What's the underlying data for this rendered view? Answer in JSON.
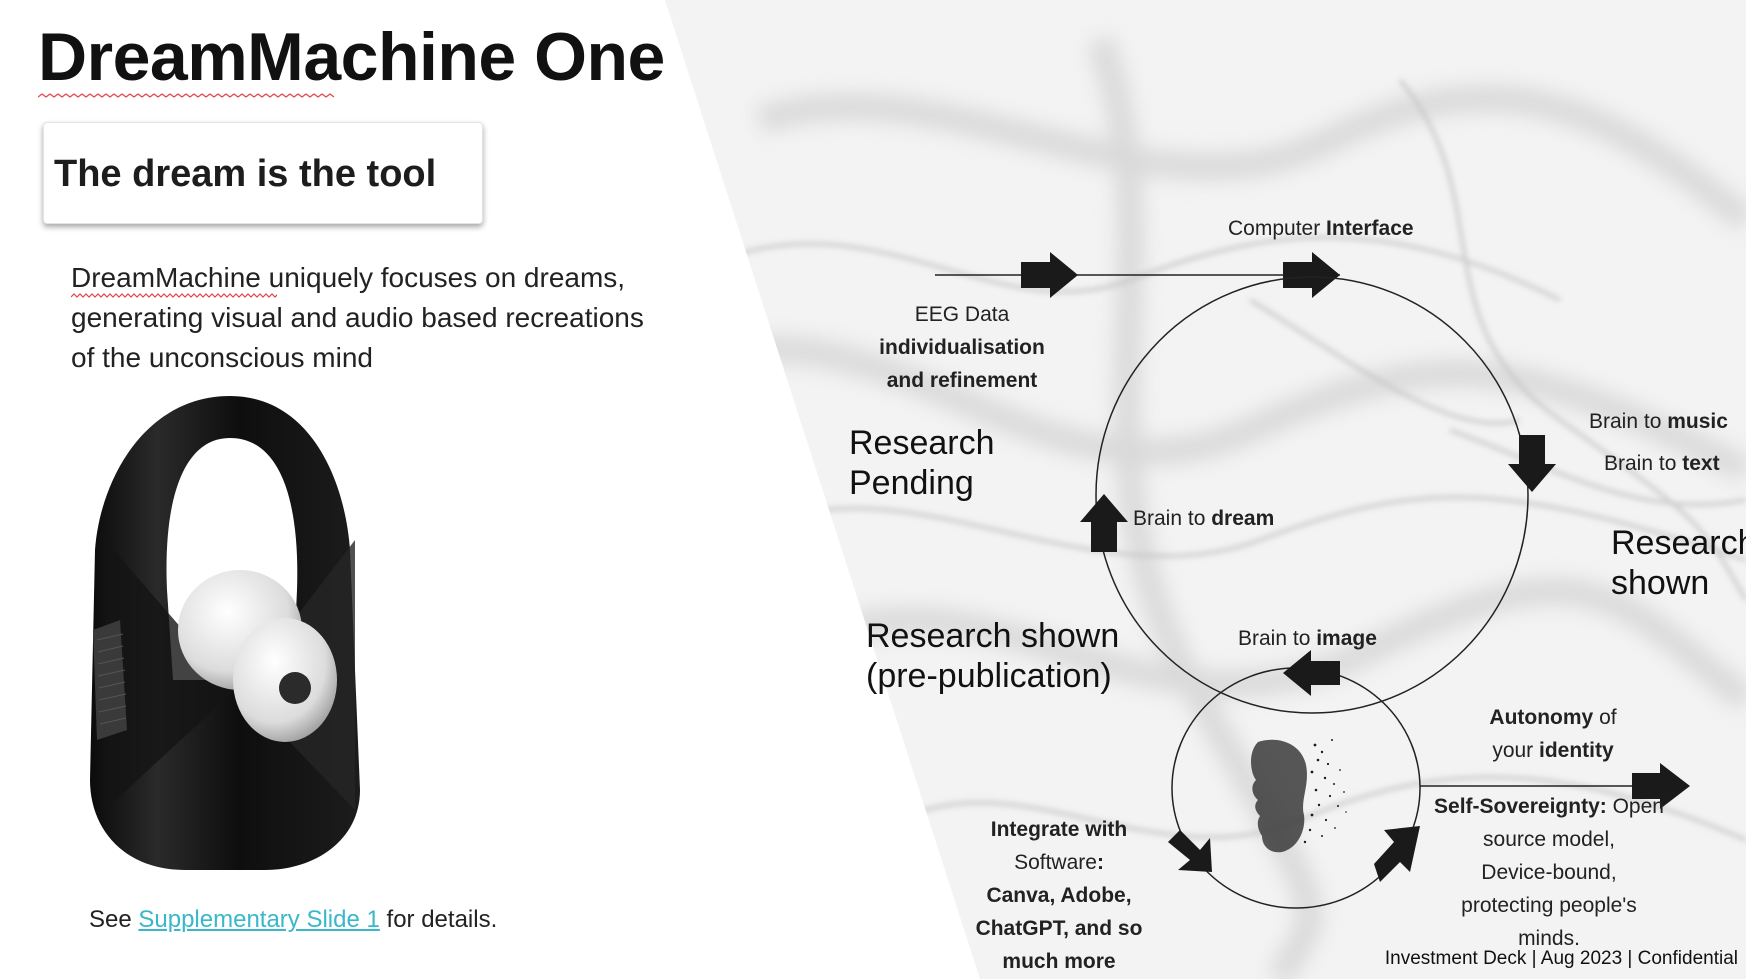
{
  "title": "DreamMachine One",
  "tagline": "The dream is the tool",
  "description": {
    "brand": "DreamMachine",
    "text": " uniquely focuses on dreams, generating visual and audio based recreations of the unconscious mind"
  },
  "supplementary": {
    "prefix": "See ",
    "link": "Supplementary Slide 1",
    "suffix": " for details."
  },
  "diagram": {
    "computer_interface": {
      "pre": "Computer ",
      "bold": "Interface"
    },
    "eeg": {
      "line1": "EEG Data",
      "line2": "individualisation",
      "line3": "and refinement"
    },
    "research_pending": {
      "line1": "Research",
      "line2": "Pending"
    },
    "brain_music": {
      "pre": "Brain to ",
      "bold": "music"
    },
    "brain_text": {
      "pre": "Brain to ",
      "bold": "text"
    },
    "research_shown_right": {
      "line1": "Research",
      "line2": "shown"
    },
    "brain_dream": {
      "pre": "Brain to ",
      "bold": "dream"
    },
    "research_shown_pre": {
      "line1": "Research shown",
      "line2": "(pre-publication)"
    },
    "brain_image": {
      "pre": "Brain to ",
      "bold": "image"
    },
    "autonomy": {
      "bold1": "Autonomy",
      "mid": " of",
      "pre2": "your ",
      "bold2": "identity"
    },
    "sovereignty": {
      "bold": "Self-Sovereignty:",
      "rest1": " Open",
      "line2": "source model,",
      "line3": "Device-bound,",
      "line4": "protecting people's",
      "line5": "minds."
    },
    "integrate": {
      "line1": "Integrate with",
      "line2a": "Software",
      "line2b": ":",
      "line3": "Canva, Adobe,",
      "line4": "ChatGPT, and so",
      "line5": "much more"
    }
  },
  "footer": "Investment Deck | Aug 2023 | Confidential",
  "colors": {
    "link": "#3ab7c9",
    "squiggle": "#e0434b",
    "text": "#111111"
  }
}
